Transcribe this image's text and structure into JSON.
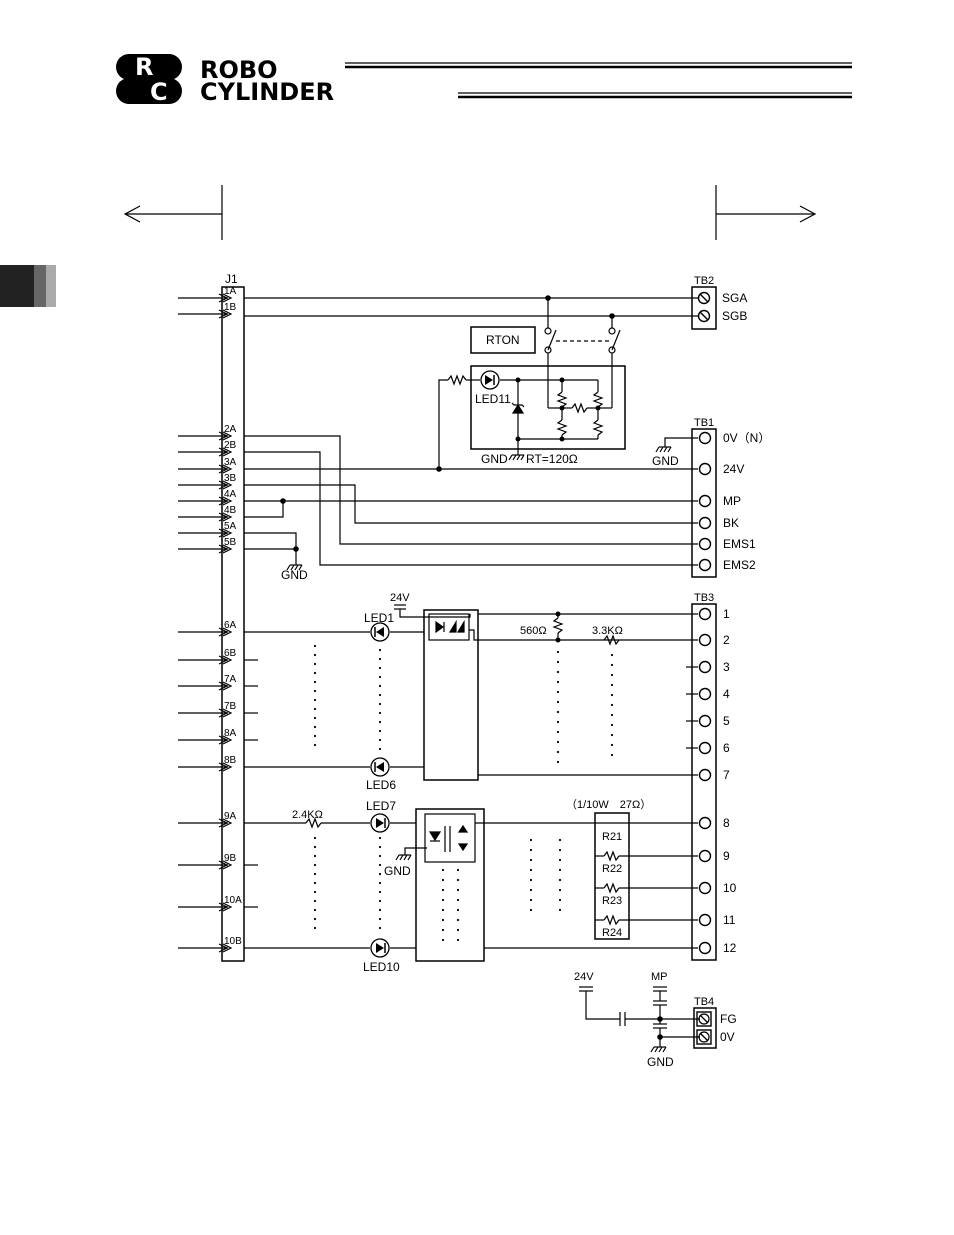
{
  "header": {
    "logo_mark_r": "R",
    "logo_mark_c": "C",
    "logo_line1": "ROBO",
    "logo_line2": "CYLINDER"
  },
  "connectors": {
    "j1": "J1",
    "tb1": "TB1",
    "tb2": "TB2",
    "tb3": "TB3",
    "tb4": "TB4"
  },
  "j1_pins": [
    {
      "id": "p1a",
      "label": "1A"
    },
    {
      "id": "p1b",
      "label": "1B"
    },
    {
      "id": "p2a",
      "label": "2A"
    },
    {
      "id": "p2b",
      "label": "2B"
    },
    {
      "id": "p3a",
      "label": "3A"
    },
    {
      "id": "p3b",
      "label": "3B"
    },
    {
      "id": "p4a",
      "label": "4A"
    },
    {
      "id": "p4b",
      "label": "4B"
    },
    {
      "id": "p5a",
      "label": "5A"
    },
    {
      "id": "p5b",
      "label": "5B"
    },
    {
      "id": "p6a",
      "label": "6A"
    },
    {
      "id": "p6b",
      "label": "6B"
    },
    {
      "id": "p7a",
      "label": "7A"
    },
    {
      "id": "p7b",
      "label": "7B"
    },
    {
      "id": "p8a",
      "label": "8A"
    },
    {
      "id": "p8b",
      "label": "8B"
    },
    {
      "id": "p9a",
      "label": "9A"
    },
    {
      "id": "p9b",
      "label": "9B"
    },
    {
      "id": "p10a",
      "label": "10A"
    },
    {
      "id": "p10b",
      "label": "10B"
    }
  ],
  "tb2_terminals": [
    "SGA",
    "SGB"
  ],
  "tb1_terminals": [
    "0V（N）",
    "24V",
    "MP",
    "BK",
    "EMS1",
    "EMS2"
  ],
  "tb3_terminals": [
    "1",
    "2",
    "3",
    "4",
    "5",
    "6",
    "7",
    "8",
    "9",
    "10",
    "11",
    "12"
  ],
  "tb4_terminals": [
    "FG",
    "0V"
  ],
  "labels": {
    "rton": "RTON",
    "led11": "LED11",
    "led1": "LED1",
    "led6": "LED6",
    "led7": "LED7",
    "led10": "LED10",
    "gnd": "GND",
    "rt_value": "RT=120Ω",
    "v24": "24V",
    "mp": "MP",
    "r560": "560Ω",
    "r3k3": "3.3KΩ",
    "r2k4": "2.4KΩ",
    "r_spec": "（1/10W　27Ω）",
    "r21": "R21",
    "r22": "R22",
    "r23": "R23",
    "r24": "R24"
  }
}
